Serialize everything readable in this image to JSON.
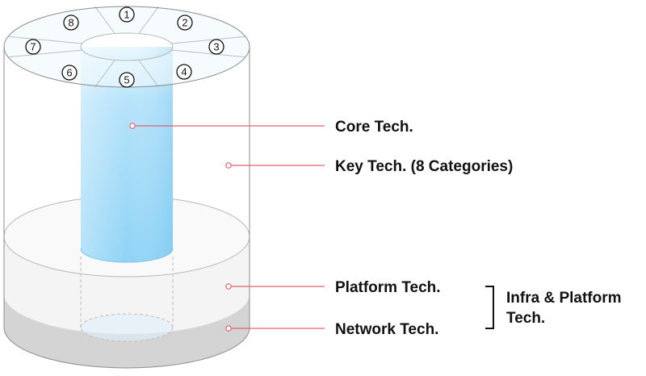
{
  "labels": {
    "core": "Core Tech.",
    "key": "Key Tech. (8 Categories)",
    "platform": "Platform Tech.",
    "network": "Network Tech.",
    "group_line1": "Infra & Platform",
    "group_line2": "Tech."
  },
  "segments": [
    "1",
    "2",
    "3",
    "4",
    "5",
    "6",
    "7",
    "8"
  ],
  "colors": {
    "core_fill": "#8fd3f6",
    "leader_line": "#e0606e",
    "platform_fill": "#f5f5f5",
    "network_fill": "#d4d4d4",
    "outline": "#8c8c8c"
  }
}
